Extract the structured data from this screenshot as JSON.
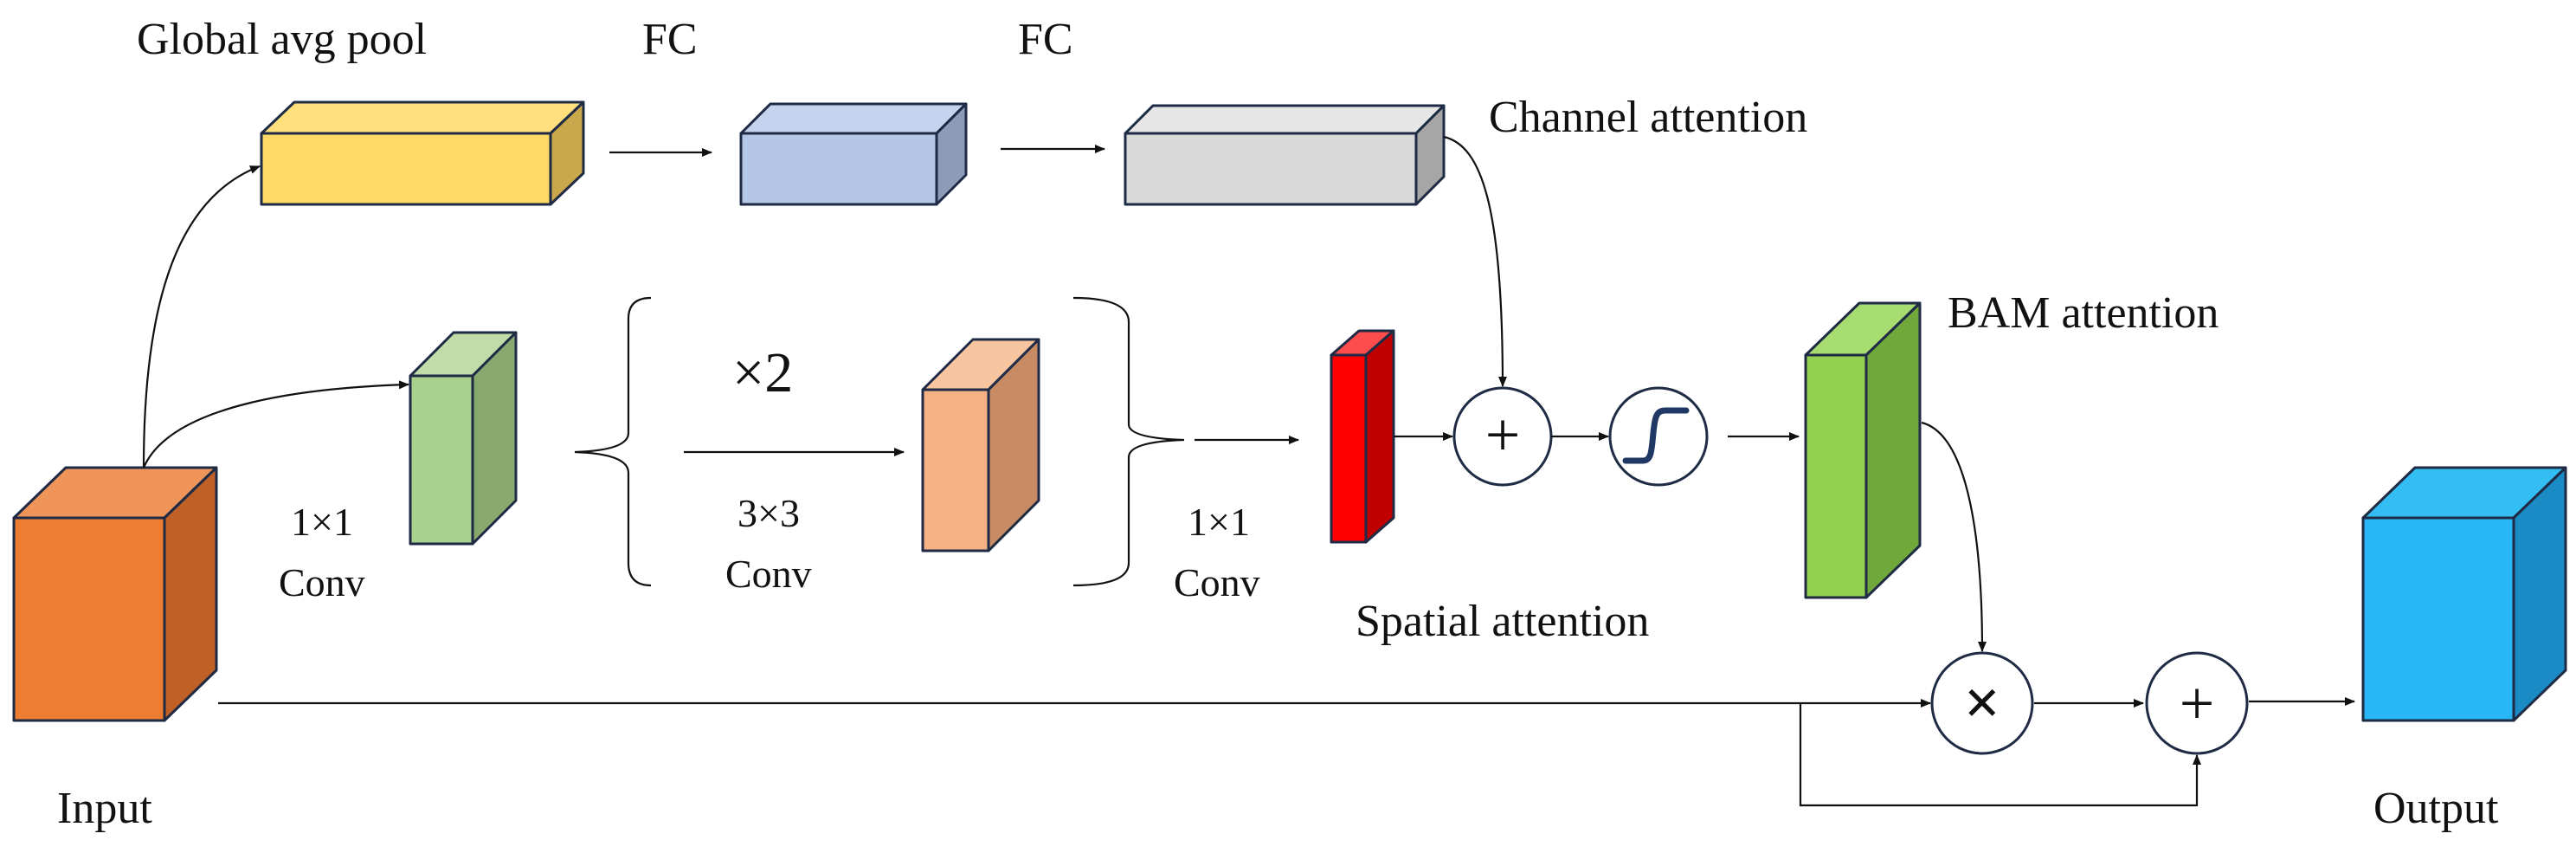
{
  "labels": {
    "global_avg_pool": "Global avg pool",
    "fc_1": "FC",
    "fc_2": "FC",
    "channel_attention": "Channel attention",
    "bam_attention": "BAM attention",
    "spatial_attention": "Spatial attention",
    "input": "Input",
    "output": "Output",
    "conv1_size": "1×1",
    "conv1_name": "Conv",
    "repeat": "×2",
    "conv3_size": "3×3",
    "conv3_name": "Conv",
    "conv2_size": "1×1",
    "conv2_name": "Conv"
  },
  "operators": {
    "add": "+",
    "multiply": "×"
  },
  "icons": {
    "sigmoid": "sigmoid-curve-icon"
  },
  "colors": {
    "input_block": "#ED7D31",
    "global_avg_pool_block": "#FFD966",
    "fc_block": "#B4C7E7",
    "channel_attention_block": "#D9D9D9",
    "conv1_block": "#A9D18E",
    "conv3_block": "#F4B183",
    "spatial_attention_block": "#FF0000",
    "bam_attention_block": "#92D050",
    "output_block": "#29B6F6"
  }
}
